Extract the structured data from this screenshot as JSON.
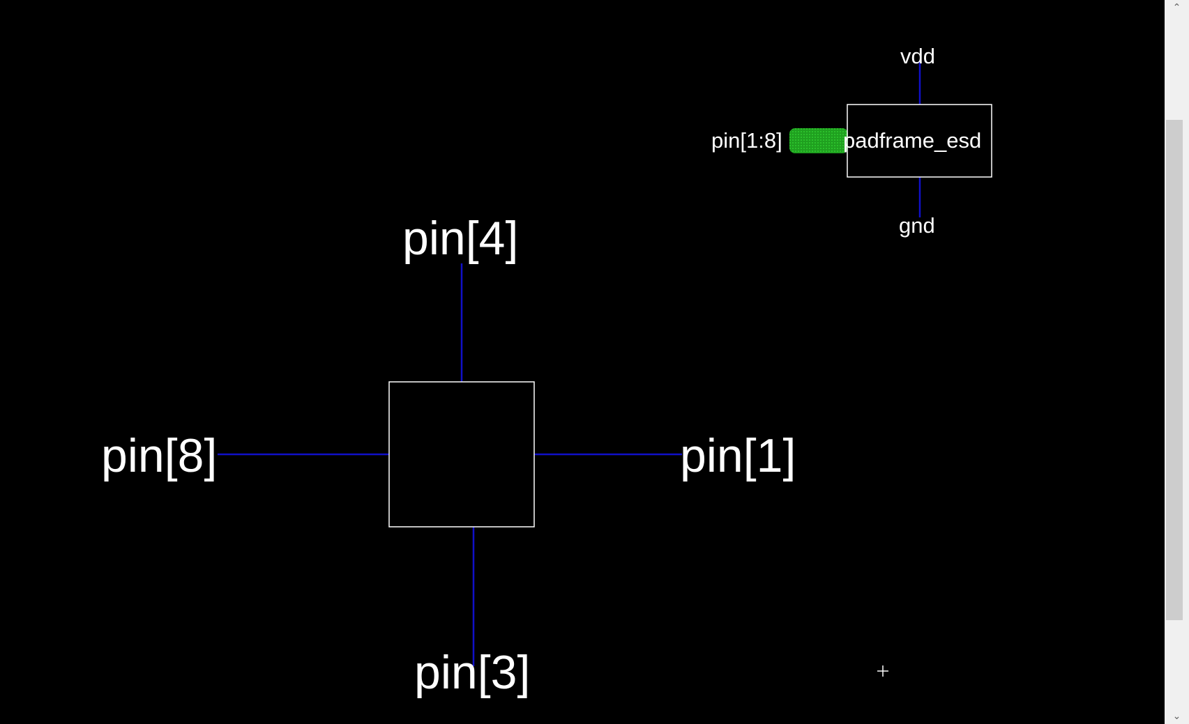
{
  "schematic": {
    "symbol": {
      "name": "padframe_esd",
      "bus_pin": "pin[1:8]",
      "supply_pin": "vdd",
      "ground_pin": "gnd"
    },
    "pad_pins": {
      "top": "pin[4]",
      "left": "pin[8]",
      "right": "pin[1]",
      "bottom": "pin[3]"
    },
    "colors": {
      "background": "#000000",
      "wire": "#1010c8",
      "bus_highlight": "#1fa01f",
      "outline": "#ffffff",
      "text": "#ffffff"
    }
  },
  "scrollbar": {
    "up_icon": "chevron-up-icon",
    "down_icon": "chevron-down-icon"
  },
  "cursor": {
    "icon": "crosshair-cursor-icon"
  }
}
